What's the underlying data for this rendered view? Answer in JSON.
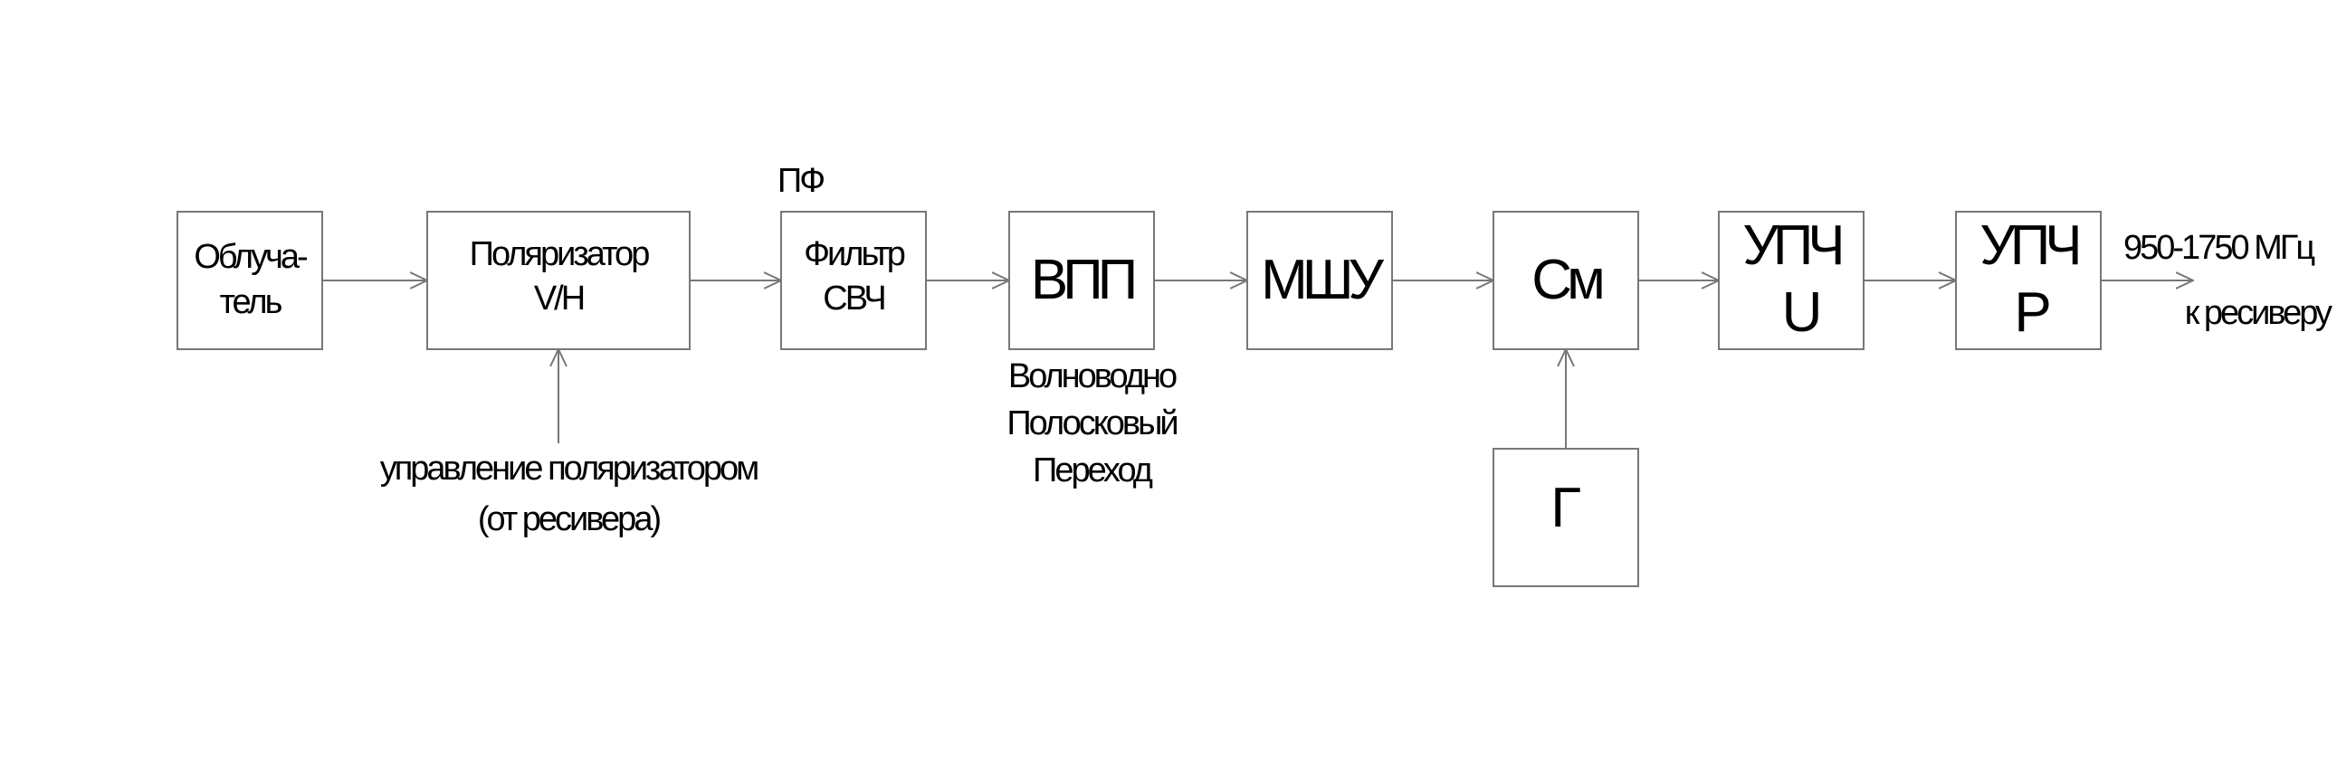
{
  "diagram": {
    "blocks": {
      "feed": {
        "line1": "Облуча-",
        "line2": "тель"
      },
      "polarizer": {
        "line1": "Поляризатор",
        "line2": "V/H"
      },
      "filter": {
        "line1": "Фильтр",
        "line2": "СВЧ"
      },
      "transition": {
        "label": "ВПП"
      },
      "lna": {
        "label": "МШУ"
      },
      "mixer": {
        "label": "См"
      },
      "oscillator": {
        "label": "Г"
      },
      "if_amp_1": {
        "line1": "УПЧ",
        "line2": "U"
      },
      "if_amp_2": {
        "line1": "УПЧ",
        "line2": "P"
      }
    },
    "annotations": {
      "filter_abbr": "ПФ",
      "polarizer_control_1": "управление поляризатором",
      "polarizer_control_2": "(от ресивера)",
      "transition_1": "Волноводно",
      "transition_2": "Полосковый",
      "transition_3": "Переход",
      "output_freq": "950-1750 МГц",
      "output_dest": "к ресиверу"
    },
    "colors": {
      "stroke": "#777777",
      "text": "#000000",
      "background": "#ffffff"
    }
  }
}
